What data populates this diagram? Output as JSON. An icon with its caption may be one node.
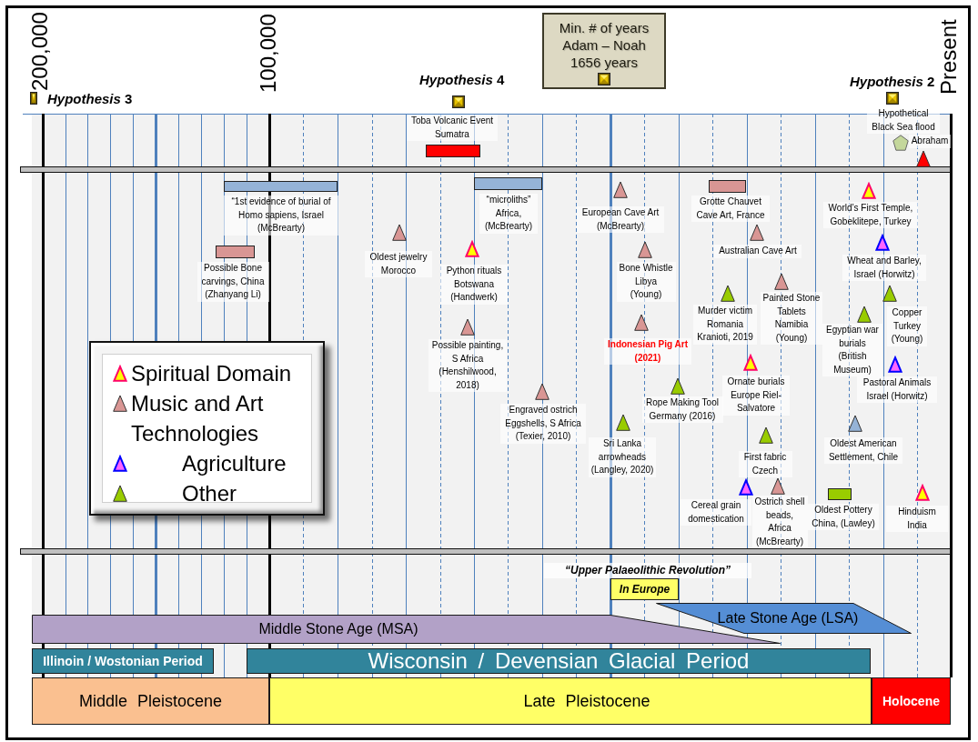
{
  "diagram": {
    "nodes": [
      {
        "text": [
          "Min. # of years Adam – Noah 1656 years"
        ]
      },
      {
        "text": [],
        "shape": "bar",
        "beside": [
          "Toba Volcanic Event Sumatra"
        ]
      },
      {
        "text": [],
        "shape": "bar",
        "beside": [
          "“1st evidence of burial of Homo sapiens, Israel (McBrearty)"
        ]
      },
      {
        "text": [],
        "shape": "bar",
        "beside": [
          "“microliths” Africa, (McBrearty)"
        ]
      },
      {
        "text": [],
        "shape": "bar",
        "beside": [
          "Grotte Chauvet Cave Art, France"
        ]
      },
      {
        "text": [],
        "shape": "bar",
        "beside": [
          "Possible Bone carvings, China (Zhanyang Li)"
        ]
      },
      {
        "text": [],
        "shape": "bar",
        "beside": [
          "Oldest Pottery China, (Lawley)"
        ]
      },
      {
        "text": [
          "In Europe"
        ]
      },
      {
        "text": [
          "Middle Stone Age (MSA)"
        ]
      },
      {
        "text": [
          "Late Stone Age (LSA)"
        ]
      },
      {
        "text": [
          "Illinoin / Wostonian Period"
        ]
      },
      {
        "text": [
          "Wisconsin / Devensian Glacial Period"
        ]
      },
      {
        "text": [
          "Middle Pleistocene"
        ]
      },
      {
        "text": [
          "Late Pleistocene"
        ]
      },
      {
        "text": [
          "Holocene"
        ]
      }
    ],
    "labels": [
      "200,000",
      "*Hypothesis* 3",
      "100,000",
      "*Hypothesis* 4",
      "*Hypothesis* 2",
      "Present",
      "Hypothetical Black Sea flood",
      "Abraham",
      "European Cave Art (McBrearty)",
      "World’s First Temple, Gobeklitepe, Turkey",
      "Oldest jewelry Morocco",
      "Python rituals Botswana (Handwerk)",
      "Bone Whistle Libya (Young)",
      "Australian Cave Art",
      "Wheat and Barley, Israel (Horwitz)",
      "Possible painting, S Africa (Henshilwood, 2018)",
      "Indonesian Pig Art (2021)",
      "Murder victim Romania Kranioti, 2019",
      "Painted Stone Tablets Namibia (Young)",
      "Egyptian war burials (British Museum)",
      "Copper Turkey (Young)",
      "Engraved ostrich Eggshells, S Africa (Texier, 2010)",
      "Rope Making Tool Germany (2016)",
      "Ornate burials Europe Riel-Salvatore",
      "Pastoral Animals Israel (Horwitz)",
      "Sri Lanka arrowheads (Langley, 2020)",
      "First fabric Czech",
      "Oldest American Settlement, Chile",
      "Cereal grain domestication",
      "Ostrich shell beads, Africa (McBrearty)",
      "Hinduism India",
      "“Upper Palaeolithic Revolution”"
    ],
    "legend": [
      {
        "text": "Spiritual Domain"
      },
      {
        "text": "Music and Art Technologies"
      },
      {
        "text": "Agriculture"
      },
      {
        "text": "Other"
      }
    ]
  }
}
